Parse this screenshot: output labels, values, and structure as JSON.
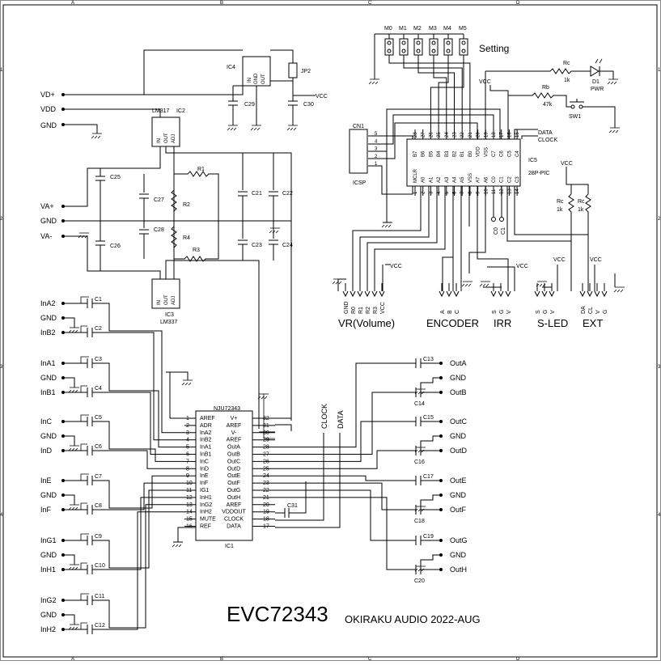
{
  "frame": {
    "cols": [
      "A",
      "B",
      "C",
      "D"
    ],
    "rows": [
      "1",
      "2",
      "3",
      "4"
    ]
  },
  "title": "EVC72343",
  "footer": "OKIRAKU AUDIO 2022-AUG",
  "power": {
    "left_labels": [
      "VD+",
      "VDD",
      "GND",
      "VA+",
      "GND",
      "VA-"
    ],
    "ic4": "IC4",
    "ic4_pins": [
      "IN",
      "GND",
      "OUT"
    ],
    "jp2": "JP2",
    "vcc": "VCC",
    "c29": "C29",
    "c30": "C30",
    "ic2_part": "LM317",
    "ic2": "IC2",
    "ic2_pins": [
      "IN",
      "OUT",
      "ADJ"
    ],
    "ic3_part": "LM337",
    "ic3": "IC3",
    "ic3_pins": [
      "IN",
      "OUT",
      "ADJ"
    ],
    "caps": [
      "C25",
      "C26",
      "C27",
      "C28",
      "C21",
      "C22",
      "C23",
      "C24"
    ],
    "res": [
      "R1",
      "R2",
      "R3",
      "R4"
    ]
  },
  "inputs": {
    "labels": [
      "InA2",
      "GND",
      "InB2",
      "InA1",
      "GND",
      "InB1",
      "InC",
      "GND",
      "InD",
      "InE",
      "GND",
      "InF",
      "InG1",
      "GND",
      "InH1",
      "InG2",
      "GND",
      "InH2"
    ],
    "caps": [
      "C1",
      "C2",
      "C3",
      "C4",
      "C5",
      "C6",
      "C7",
      "C8",
      "C9",
      "C10",
      "C11",
      "C12"
    ]
  },
  "ic1": {
    "part": "NJU72343",
    "ref": "IC1",
    "left_pins": [
      "AREF",
      "ADR",
      "InA2",
      "InB2",
      "InA1",
      "InB1",
      "InC",
      "InD",
      "InE",
      "InF",
      "IG1",
      "InH1",
      "InG2",
      "InH2",
      "MUTE",
      "REF"
    ],
    "right_pins": [
      "V+",
      "AREF",
      "V-",
      "AREF",
      "OutA",
      "OutB",
      "OutC",
      "OutD",
      "OutE",
      "OutF",
      "OutG",
      "OutH",
      "AREF",
      "VDDOUT",
      "CLOCK",
      "DATA"
    ],
    "c31": "C31",
    "clock": "CLOCK",
    "data": "DATA"
  },
  "outputs": {
    "labels": [
      "OutA",
      "GND",
      "OutB",
      "OutC",
      "GND",
      "OutD",
      "OutE",
      "GND",
      "OutF",
      "OutG",
      "GND",
      "OutH"
    ],
    "caps": [
      "C13",
      "C14",
      "C15",
      "C16",
      "C17",
      "C18",
      "C19",
      "C20"
    ]
  },
  "pic": {
    "ref": "IC5",
    "part": "28P-PIC",
    "setting": "Setting",
    "jumpers": [
      "M0",
      "M1",
      "M2",
      "M3",
      "M4",
      "M5"
    ],
    "top_pins": [
      "B7",
      "B6",
      "B5",
      "B4",
      "B3",
      "B2",
      "B1",
      "B0",
      "VDD",
      "VSS",
      "C7",
      "C6",
      "C5",
      "C4"
    ],
    "top_nums": [
      "28",
      "27",
      "26",
      "25",
      "24",
      "23",
      "22",
      "21",
      "20",
      "19",
      "18",
      "17",
      "16",
      "15"
    ],
    "bot_pins": [
      "MCLR",
      "A0",
      "A1",
      "A2",
      "A3",
      "A4",
      "A5",
      "VSS",
      "A7",
      "A6",
      "C0",
      "C1",
      "C2",
      "C3"
    ],
    "bot_nums": [
      "1",
      "2",
      "3",
      "4",
      "5",
      "6",
      "7",
      "8",
      "9",
      "10",
      "11",
      "12",
      "13",
      "14"
    ],
    "data": "DATA",
    "clock": "CLOCK",
    "cn1": "CN1",
    "icsp": "ICSP",
    "cn1_pins": [
      "5",
      "4",
      "3",
      "2",
      "1"
    ],
    "rc": "Rc",
    "rc_val": "1k",
    "d1": "D1",
    "pwr": "PWR",
    "rb": "Rb",
    "rb_val": "47k",
    "sw1": "SW1",
    "vcc": "VCC",
    "c0": "C0",
    "c1": "C1"
  },
  "connectors": {
    "vr": {
      "pins": [
        "GND",
        "R0",
        "R1",
        "R2",
        "R3",
        "VCC"
      ],
      "name": "VR(Volume)"
    },
    "encoder": {
      "pins": [
        "A",
        "B",
        "C"
      ],
      "name": "ENCODER"
    },
    "irr": {
      "pins": [
        "S",
        "G",
        "V"
      ],
      "name": "IRR"
    },
    "sled": {
      "pins": [
        "S",
        "G",
        "V"
      ],
      "name": "S-LED"
    },
    "ext": {
      "pins": [
        "DA",
        "CL",
        "V",
        "G"
      ],
      "name": "EXT"
    },
    "vcc": "VCC"
  }
}
